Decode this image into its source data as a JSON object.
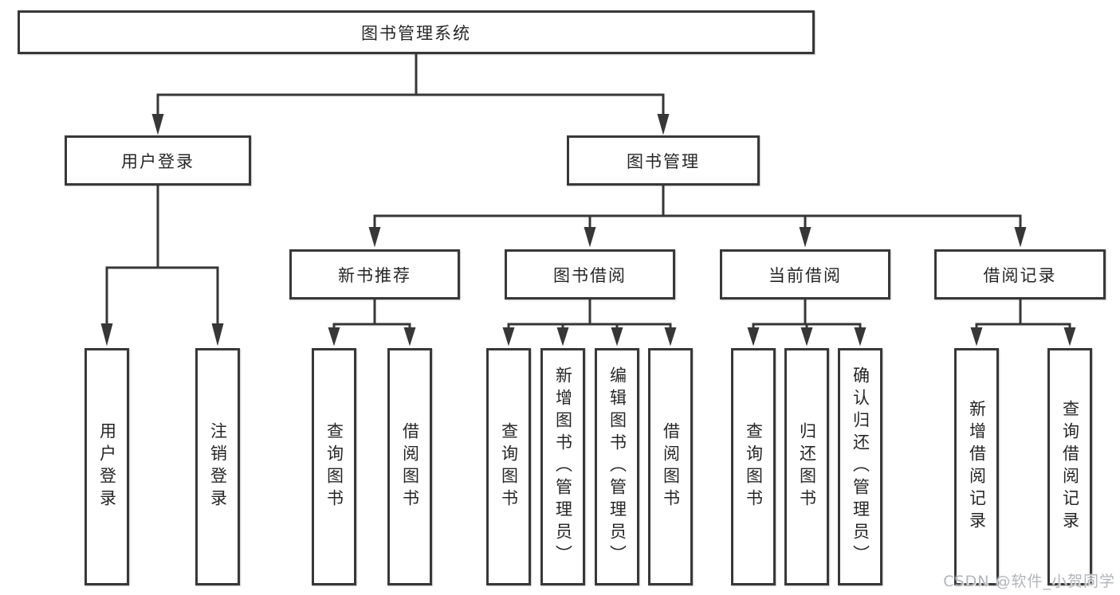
{
  "diagram": {
    "root": {
      "label": "图书管理系统"
    },
    "level2": [
      {
        "id": "user-login",
        "label": "用户登录"
      },
      {
        "id": "book-management",
        "label": "图书管理"
      }
    ],
    "level3": [
      {
        "id": "new-book-recommend",
        "label": "新书推荐",
        "parent": "图书管理"
      },
      {
        "id": "book-borrowing",
        "label": "图书借阅",
        "parent": "图书管理"
      },
      {
        "id": "current-borrowing",
        "label": "当前借阅",
        "parent": "图书管理"
      },
      {
        "id": "borrowing-records",
        "label": "借阅记录",
        "parent": "图书管理"
      }
    ],
    "leaves": [
      {
        "id": "user-login-leaf",
        "label": "用户登录",
        "parent": "用户登录"
      },
      {
        "id": "logout",
        "label": "注销登录",
        "parent": "用户登录"
      },
      {
        "id": "query-books-recommend",
        "label": "查询图书",
        "parent": "新书推荐"
      },
      {
        "id": "borrow-books-recommend",
        "label": "借阅图书",
        "parent": "新书推荐"
      },
      {
        "id": "query-books-borrowing",
        "label": "查询图书",
        "parent": "图书借阅"
      },
      {
        "id": "add-book-admin",
        "label": "新增图书（管理员）",
        "parent": "图书借阅"
      },
      {
        "id": "edit-book-admin",
        "label": "编辑图书（管理员）",
        "parent": "图书借阅"
      },
      {
        "id": "borrow-books-borrowing",
        "label": "借阅图书",
        "parent": "图书借阅"
      },
      {
        "id": "query-books-current",
        "label": "查询图书",
        "parent": "当前借阅"
      },
      {
        "id": "return-book",
        "label": "归还图书",
        "parent": "当前借阅"
      },
      {
        "id": "confirm-return-admin",
        "label": "确认归还（管理员）",
        "parent": "当前借阅"
      },
      {
        "id": "add-borrow-record",
        "label": "新增借阅记录",
        "parent": "借阅记录"
      },
      {
        "id": "query-borrow-record",
        "label": "查询借阅记录",
        "parent": "借阅记录"
      }
    ]
  },
  "watermark": "CSDN @软件_小贺同学",
  "colors": {
    "background": "#ffffff",
    "line": "#373737",
    "box_border": "#383838",
    "text": "#262626",
    "watermark": "#b2b5ba"
  }
}
